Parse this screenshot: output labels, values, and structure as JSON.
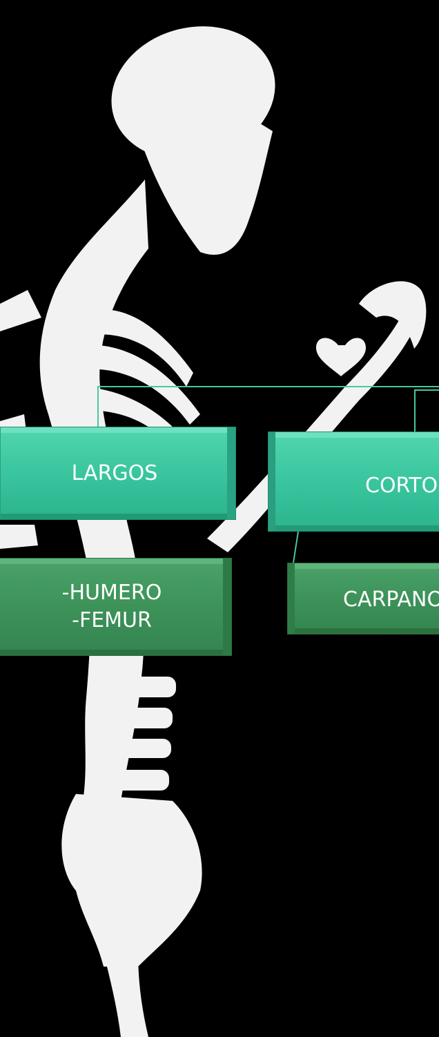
{
  "diagram": {
    "nodes": {
      "largos": "LARGOS",
      "cortos": "CORTOS",
      "largos_examples": "-HUMERO\n-FEMUR",
      "cortos_examples": "CARPANOS"
    },
    "colors": {
      "background": "#000000",
      "primary_box": "#3bc7a0",
      "secondary_box": "#3d9259",
      "connector": "#46c9a2",
      "skeleton": "#f2f2f2"
    }
  }
}
